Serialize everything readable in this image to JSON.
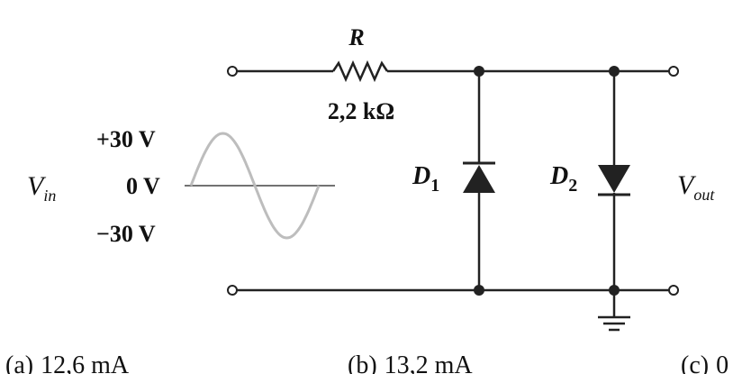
{
  "circuit": {
    "resistor": {
      "symbol": "R",
      "value": "2,2 kΩ"
    },
    "input": {
      "label_main": "V",
      "label_sub": "in",
      "levels": {
        "positive": "+30 V",
        "zero": "0 V",
        "negative": "−30 V"
      },
      "waveform_color": "#bdbdbd"
    },
    "diodes": [
      {
        "main": "D",
        "sub": "1"
      },
      {
        "main": "D",
        "sub": "2"
      }
    ],
    "output": {
      "label_main": "V",
      "label_sub": "out"
    }
  },
  "answers": [
    {
      "marker": "(a)",
      "text": "12,6 mA"
    },
    {
      "marker": "(b)",
      "text": "13,2 mA"
    },
    {
      "marker": "(c)",
      "text": "0"
    }
  ],
  "colors": {
    "wire": "#222222",
    "background": "#ffffff"
  }
}
